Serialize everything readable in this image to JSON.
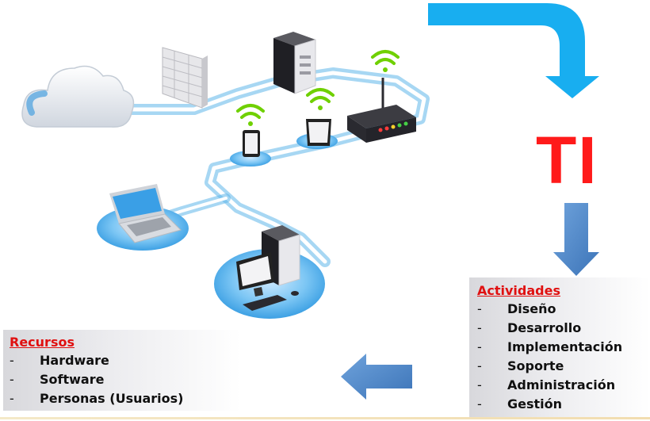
{
  "title": "TI",
  "activities": {
    "heading": "Actividades",
    "items": [
      "Diseño",
      "Desarrollo",
      "Implementación",
      "Soporte",
      "Administración",
      "Gestión"
    ]
  },
  "resources": {
    "heading": "Recursos",
    "items": [
      "Hardware",
      "Software",
      "Personas (Usuarios)"
    ]
  },
  "colors": {
    "title": "#ff1a1a",
    "heading": "#e01010",
    "arrow_top": "#18aef0",
    "arrow_blue": "#4d86c6",
    "network_path": "#62b9ec",
    "disc": "#3aa5e8",
    "wifi": "#6fd000"
  },
  "icons": [
    "cloud-icon",
    "firewall-icon",
    "server-icon",
    "router-icon",
    "tablet-icon",
    "laptop-icon",
    "desktop-icon",
    "wifi-icon"
  ]
}
